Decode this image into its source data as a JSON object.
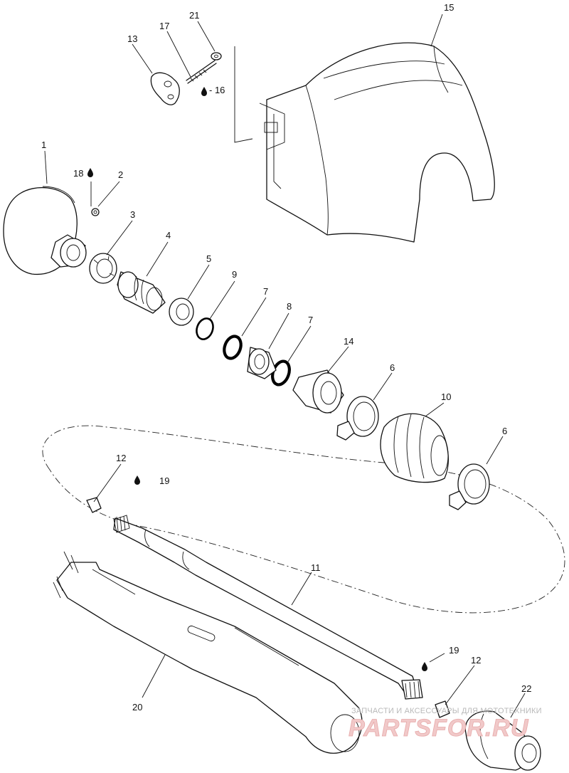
{
  "labels": {
    "l1": "1",
    "l2": "2",
    "l3": "3",
    "l4": "4",
    "l5": "5",
    "l6a": "6",
    "l6b": "6",
    "l7a": "7",
    "l7b": "7",
    "l8": "8",
    "l9": "9",
    "l10": "10",
    "l11": "11",
    "l12a": "12",
    "l12b": "12",
    "l13": "13",
    "l14": "14",
    "l15": "15",
    "l16": "- 16",
    "l17": "17",
    "l18": "18",
    "l19a": "19",
    "l19b": "19",
    "l20": "20",
    "l21": "21",
    "l22": "22"
  },
  "icons": {
    "lubricant": "oil-drop-icon"
  },
  "watermark": {
    "tagline": "ЗАПЧАСТИ И АКСЕССУАРЫ ДЛЯ МОТОТЕХНИКИ",
    "brand": "PARTSFOR.RU"
  }
}
